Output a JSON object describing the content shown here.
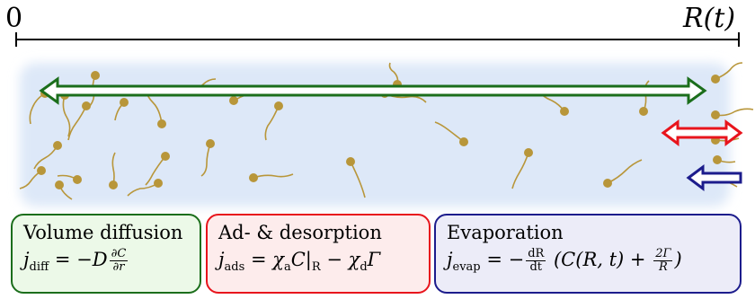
{
  "axis": {
    "start_label": "0",
    "end_label": "R(t)"
  },
  "colors": {
    "droplet_fill": "#dde8f8",
    "surfactant": "#b8963a",
    "diffusion": "#1b6e1b",
    "adsorption": "#e8141c",
    "evaporation": "#1c1c8c",
    "diffusion_box_fill": "#ecf9e8",
    "adsorption_box_fill": "#fdecec",
    "evaporation_box_fill": "#ececf8"
  },
  "boxes": {
    "diffusion": {
      "title": "Volume diffusion",
      "eq_lhs": "j",
      "eq_sub": "diff",
      "eq_mid": " = −D",
      "frac_num": "∂C",
      "frac_den": "∂r"
    },
    "adsorption": {
      "title": "Ad- & desorption",
      "eq_lhs": "j",
      "eq_sub": "ads",
      "eq_rest_1": " = χ",
      "eq_sub_a": "a",
      "eq_rest_2": "C|",
      "eq_sub_r": "R",
      "eq_rest_3": " − χ",
      "eq_sub_d": "d",
      "eq_rest_4": "Γ"
    },
    "evaporation": {
      "title": "Evaporation",
      "eq_lhs": "j",
      "eq_sub": "evap",
      "eq_mid": " = −",
      "frac1_num": "dR",
      "frac1_den": "dt",
      "eq_paren": " (C(R, t) + ",
      "frac2_num": "2Γ",
      "frac2_den": "R",
      "eq_close": ")"
    }
  }
}
